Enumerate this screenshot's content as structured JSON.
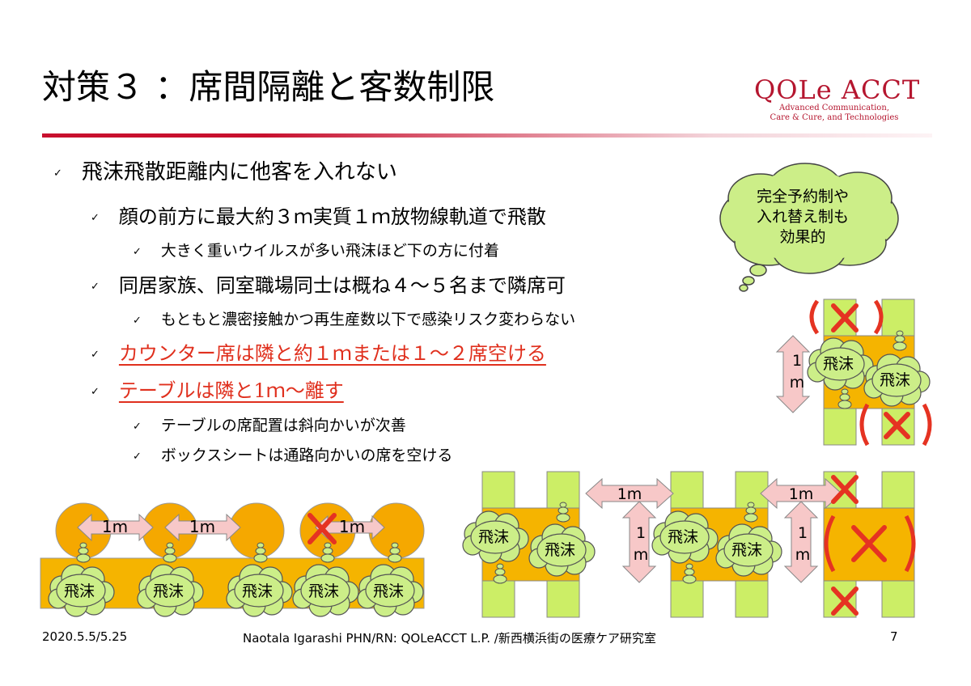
{
  "slide": {
    "title": "対策３ ：席間隔離と客数制限",
    "logo": {
      "main": "QOLe ACCT",
      "sub_line1": "Advanced Communication,",
      "sub_line2": "Care & Cure, and Technologies"
    }
  },
  "bullets": [
    {
      "level": 1,
      "text": "飛沫飛散距離内に他客を入れない"
    },
    {
      "level": 2,
      "text": "顔の前方に最大約３ｍ実質１ｍ放物線軌道で飛散"
    },
    {
      "level": 3,
      "text": "大きく重いウイルスが多い飛沫ほど下の方に付着"
    },
    {
      "level": 2,
      "text": "同居家族、同室職場同士は概ね４～５名まで隣席可"
    },
    {
      "level": 3,
      "text": "もともと濃密接触かつ再生産数以下で感染リスク変わらない"
    },
    {
      "level": 2,
      "text": "カウンター席は隣と約１ｍまたは１～２席空ける",
      "highlight": true
    },
    {
      "level": 2,
      "text": "テーブルは隣と1ｍ～離す",
      "highlight": true
    },
    {
      "level": 3,
      "text": "テーブルの席配置は斜向かいが次善"
    },
    {
      "level": 3,
      "text": "ボックスシートは通路向かいの席を空ける"
    }
  ],
  "callout": {
    "line1": "完全予約制や",
    "line2": "入れ替え制も",
    "line3": "効果的"
  },
  "diagram": {
    "droplet": "飛沫",
    "distance": "1m",
    "dist_v1": "1",
    "dist_v2": "m",
    "colors": {
      "seat": "#f5a800",
      "table": "#f5b400",
      "chair": "#ccee66",
      "arrow": "#f7c8c8",
      "cross": "#e53322",
      "cloud": "#ccee88"
    }
  },
  "footer": {
    "date": "2020.5.5/5.25",
    "credit": "Naotala Igarashi PHN/RN: QOLeACCT L.P. /新西横浜街の医療ケア研究室",
    "page": "7"
  }
}
